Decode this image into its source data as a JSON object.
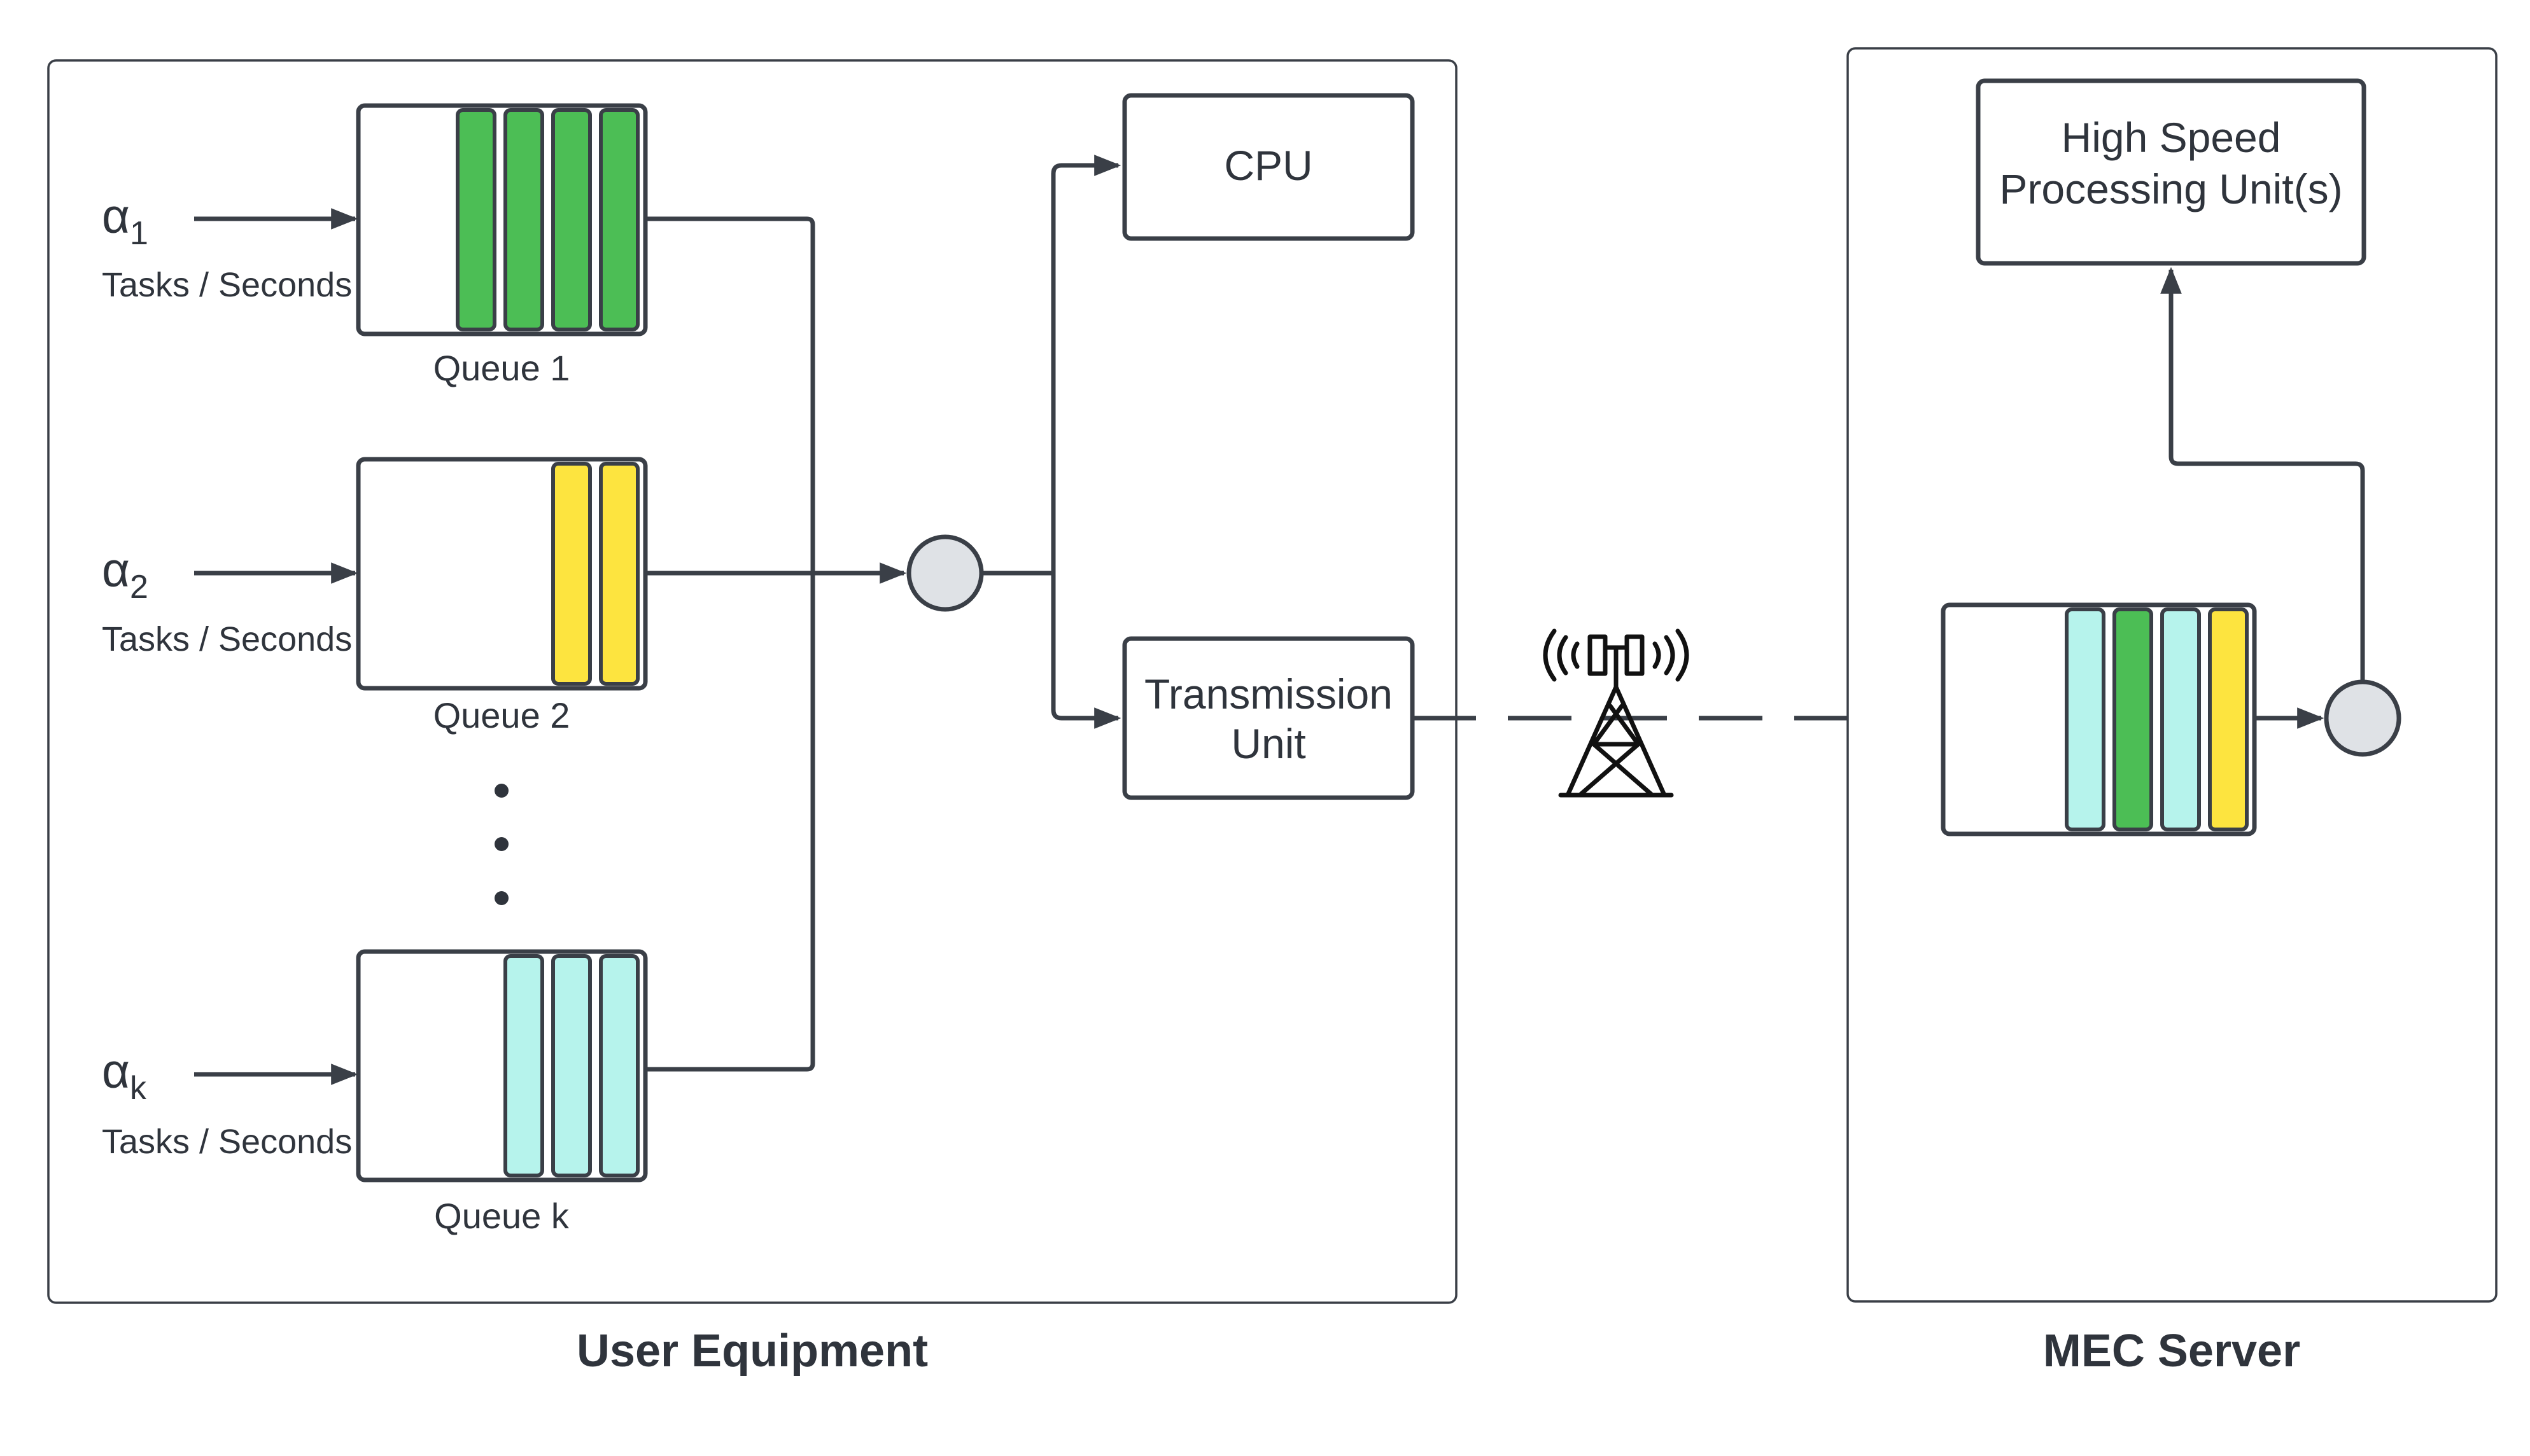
{
  "user_equipment": {
    "title": "User Equipment",
    "queues": [
      {
        "rate_symbol": "α",
        "rate_subscript": "1",
        "rate_unit": "Tasks / Seconds",
        "label": "Queue 1",
        "tasks": [
          "#4cbe55",
          "#4cbe55",
          "#4cbe55",
          "#4cbe55"
        ]
      },
      {
        "rate_symbol": "α",
        "rate_subscript": "2",
        "rate_unit": "Tasks / Seconds",
        "label": "Queue 2",
        "tasks": [
          "#fde43f",
          "#fde43f"
        ]
      },
      {
        "rate_symbol": "α",
        "rate_subscript": "k",
        "rate_unit": "Tasks / Seconds",
        "label": "Queue k",
        "tasks": [
          "#b6f3ec",
          "#b6f3ec",
          "#b6f3ec"
        ]
      }
    ],
    "ellipsis": "⋮",
    "cpu_label": "CPU",
    "transmission_label_line1": "Transmission",
    "transmission_label_line2": "Unit"
  },
  "tower_icon": "cell-tower-icon",
  "mec_server": {
    "title": "MEC Server",
    "processing_label_line1": "High Speed",
    "processing_label_line2": "Processing Unit(s)",
    "queue_tasks": [
      "#b6f3ec",
      "#4cbe55",
      "#b6f3ec",
      "#fde43f"
    ]
  },
  "colors": {
    "task_green": "#4cbe55",
    "task_yellow": "#fde43f",
    "task_cyan": "#b6f3ec",
    "node_fill": "#dfe2e6",
    "stroke": "#3a3f47"
  }
}
